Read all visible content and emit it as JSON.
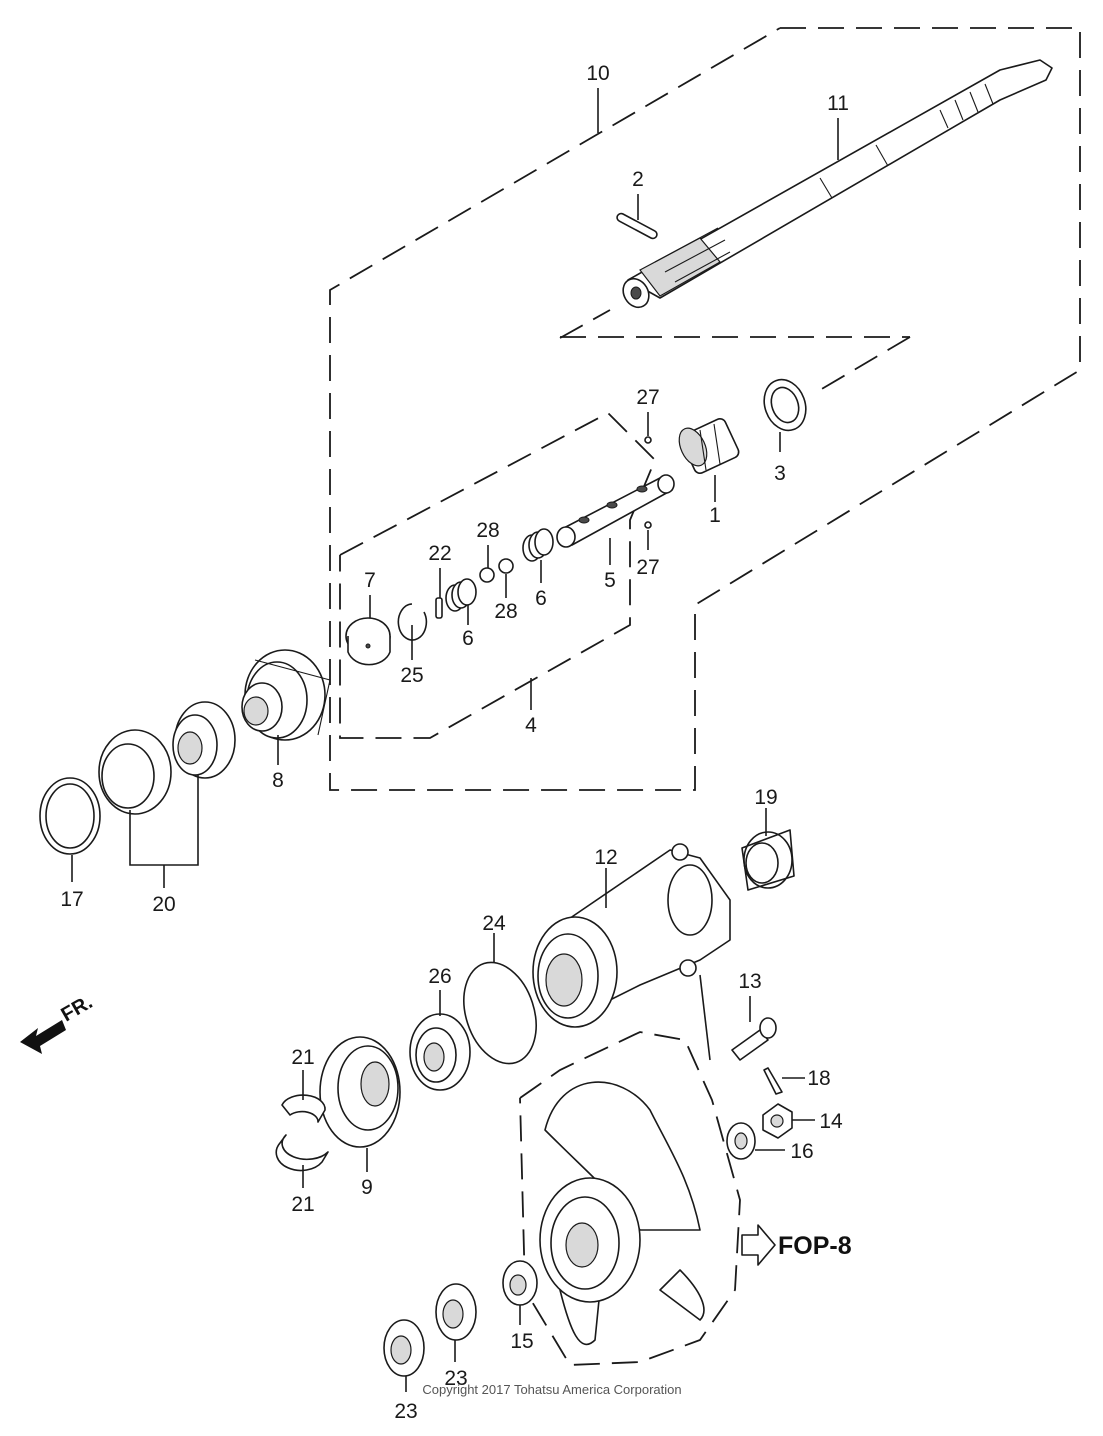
{
  "callouts": {
    "c10": "10",
    "c11": "11",
    "c2": "2",
    "c27a": "27",
    "c27b": "27",
    "c1": "1",
    "c3": "3",
    "c28a": "28",
    "c28b": "28",
    "c22": "22",
    "c7": "7",
    "c6a": "6",
    "c6b": "6",
    "c5": "5",
    "c25": "25",
    "c4": "4",
    "c8": "8",
    "c17": "17",
    "c20": "20",
    "c19": "19",
    "c12": "12",
    "c24": "24",
    "c26": "26",
    "c13": "13",
    "c21a": "21",
    "c21b": "21",
    "c9": "9",
    "c18": "18",
    "c14": "14",
    "c16": "16",
    "c15": "15",
    "c23a": "23",
    "c23b": "23"
  },
  "direction_label": "FR.",
  "reference_label": "FOP-8",
  "copyright": "Copyright 2017 Tohatsu America Corporation"
}
